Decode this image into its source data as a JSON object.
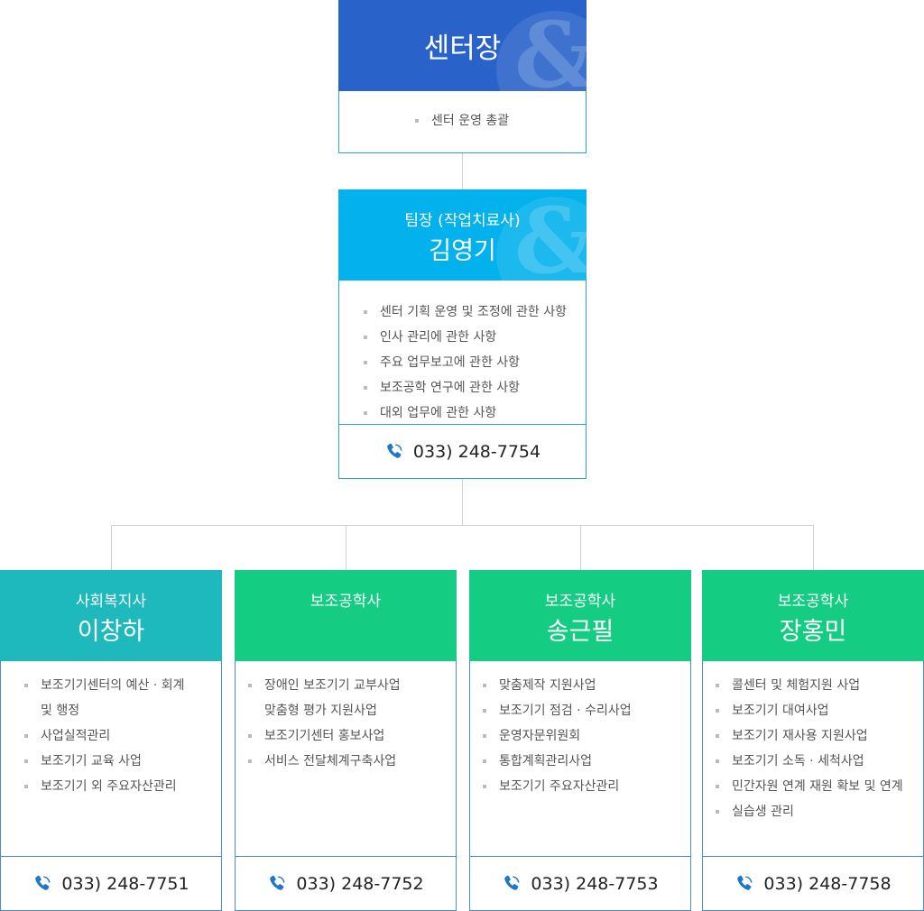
{
  "director": {
    "title": "센터장",
    "duties": [
      "센터 운영 총괄"
    ],
    "color": "#2962c9"
  },
  "leader": {
    "role": "팀장 (작업치료사)",
    "name": "김영기",
    "duties": [
      "센터 기획 운영 및 조정에 관한 사항",
      "인사 관리에 관한 사항",
      "주요 업무보고에 관한 사항",
      "보조공학 연구에 관한 사항",
      "대외 업무에 관한 사항"
    ],
    "phone": "033) 248-7754",
    "color": "#03b1ec"
  },
  "staff": [
    {
      "role": "사회복지사",
      "name": "이창하",
      "duties": [
        "보조기기센터의 예산 · 회계",
        "및 행정",
        "사업실적관리",
        "보조기기 교육 사업",
        "보조기기 외 주요자산관리"
      ],
      "phone": "033) 248-7751",
      "color": "#1eb9bd"
    },
    {
      "role": "보조공학사",
      "name": "",
      "duties": [
        "장애인 보조기기 교부사업",
        "맞춤형 평가 지원사업",
        "보조기기센터 홍보사업",
        "서비스 전달체계구축사업"
      ],
      "phone": "033) 248-7752",
      "color": "#15cc83"
    },
    {
      "role": "보조공학사",
      "name": "송근필",
      "duties": [
        "맞춤제작 지원사업",
        "보조기기 점검 · 수리사업",
        "운영자문위원회",
        "통합계획관리사업",
        "보조기기 주요자산관리"
      ],
      "phone": "033) 248-7753",
      "color": "#15cc83"
    },
    {
      "role": "보조공학사",
      "name": "장홍민",
      "duties": [
        "콜센터 및 체험지원 사업",
        "보조기기 대여사업",
        "보조기기 재사용 지원사업",
        "보조기기 소독 · 세척사업",
        "민간자원 연계 재원 확보 및 연계",
        "실습생 관리"
      ],
      "phone": "033) 248-7758",
      "color": "#15cc83"
    }
  ],
  "icons": {
    "phone": "phone-icon",
    "decoration": "ampersand-logo-icon"
  },
  "box_border_color": "#2aa9c7",
  "staff_border_color": "#4c8ad6"
}
